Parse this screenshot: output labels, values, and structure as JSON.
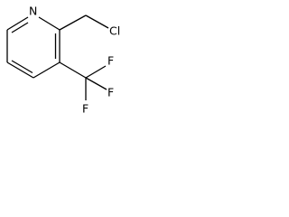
{
  "molecule": {
    "atoms": {
      "nitrogen": "N",
      "chlorine": "Cl",
      "fluorine_1": "F",
      "fluorine_2": "F",
      "fluorine_3": "F"
    }
  }
}
